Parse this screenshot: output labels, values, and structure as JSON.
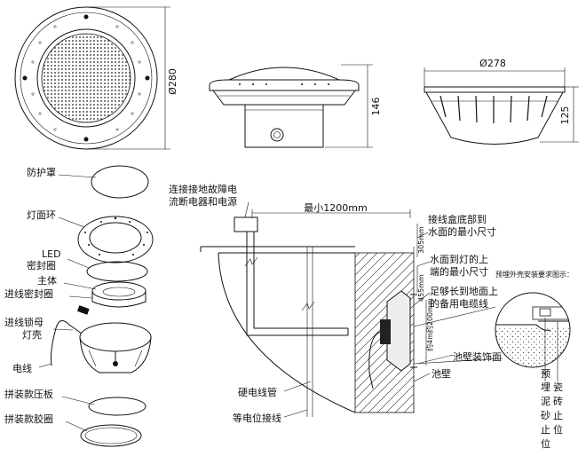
{
  "dimensions": {
    "top_light_diameter": "Ø280",
    "side_view_height": "146",
    "base_diameter": "Ø278",
    "base_height": "125"
  },
  "exploded_parts": {
    "cover": "防护罩",
    "ring": "灯面环",
    "led_line1": "LED",
    "led_line2": "密封圈",
    "body": "主体",
    "inlet_seal": "进线密封圈",
    "lock_nut_line1": "进线锁母",
    "lock_nut_line2": "灯壳",
    "cable": "电线",
    "press_plate": "拼装款压板",
    "rubber_ring": "拼装款胶圈"
  },
  "installation": {
    "gfci_line1": "连接接地故障电",
    "gfci_line2": "流断电器和电源",
    "min_length": "最小1200mm",
    "junction_line1": "接线盒底部到",
    "junction_line2": "水面的最小尺寸",
    "water_line1": "水面到灯的上",
    "water_line2": "端的最小尺寸",
    "cable_line1": "足够长到地面上",
    "cable_line2": "的备用电缆线",
    "dim_305": "305mm",
    "dim_455": "455mm",
    "dim_cable": "约4m约200mm",
    "wall_trim": "池壁装饰面",
    "pool_wall": "池壁",
    "conduit": "硬电线管",
    "bonding": "等电位接线",
    "detail_title": "预埋外壳安装要求图示：",
    "detail_col1": [
      "预",
      "埋",
      "泥",
      "砂",
      "止",
      "位"
    ],
    "detail_col2": [
      "瓷",
      "砖",
      "止",
      "位"
    ]
  }
}
